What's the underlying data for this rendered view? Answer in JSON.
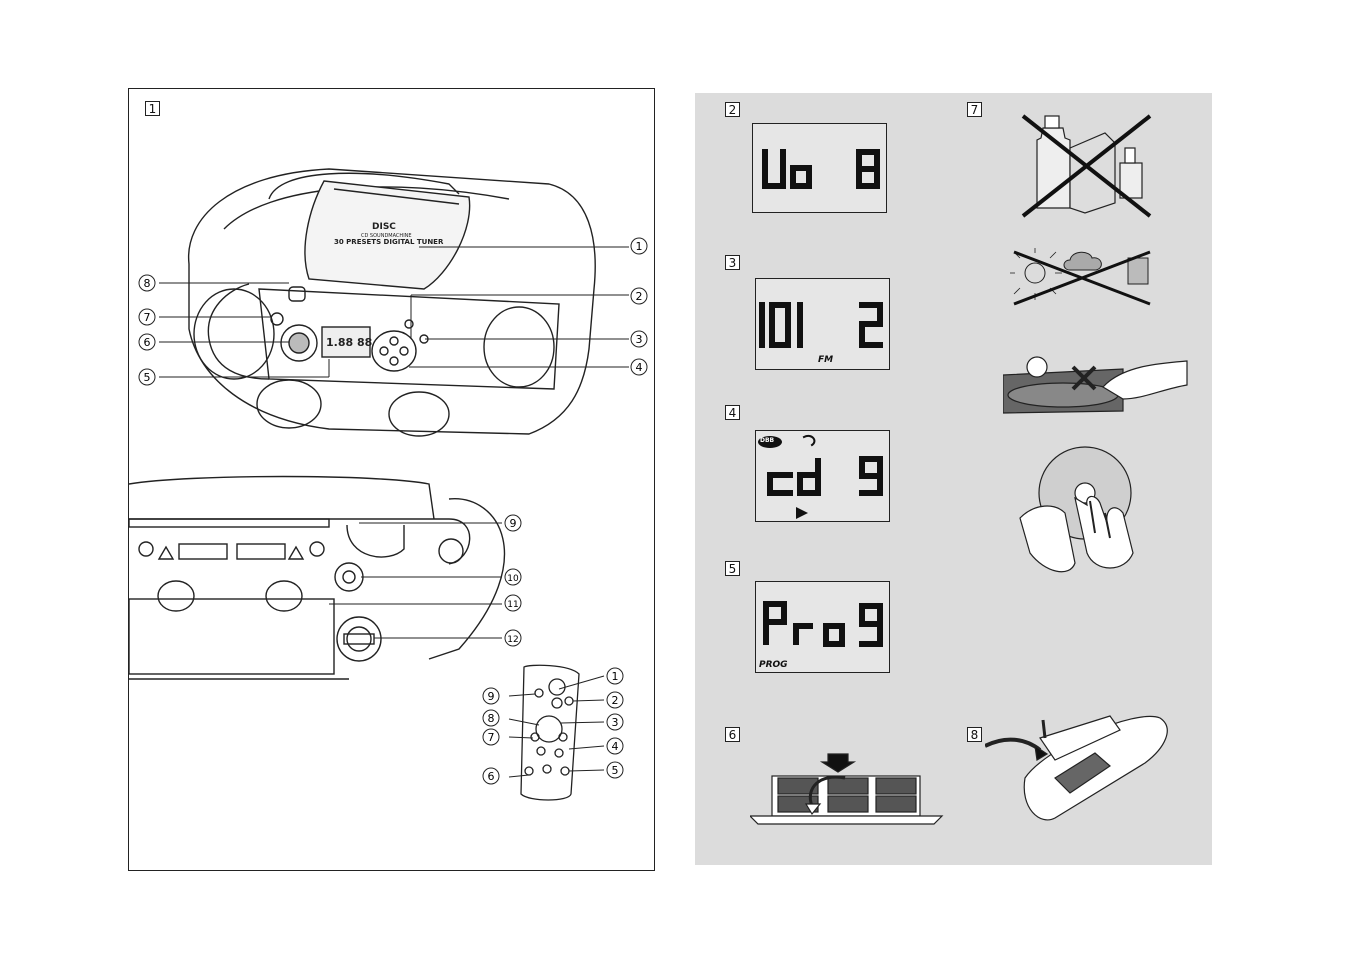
{
  "panels": {
    "p1": "1",
    "p2": "2",
    "p3": "3",
    "p4": "4",
    "p5": "5",
    "p6": "6",
    "p7": "7",
    "p8": "8"
  },
  "device_text": {
    "tuner": "30 PRESETS DIGITAL TUNER",
    "cd_logo": "DISC",
    "cd_sub": "CD SOUNDMACHINE"
  },
  "callouts_main": [
    "1",
    "2",
    "3",
    "4",
    "5",
    "6",
    "7",
    "8"
  ],
  "callouts_rear": [
    "9",
    "10",
    "11",
    "12"
  ],
  "callouts_remote": [
    "1",
    "2",
    "3",
    "4",
    "5",
    "6",
    "7",
    "8",
    "9"
  ],
  "lcd_labels": {
    "fm": "FM",
    "dbb": "DBB",
    "prog": "PROG"
  },
  "colors": {
    "panel_bg": "#dcdcdc",
    "line": "#222222",
    "lcd_bg": "#e6e6e6"
  }
}
